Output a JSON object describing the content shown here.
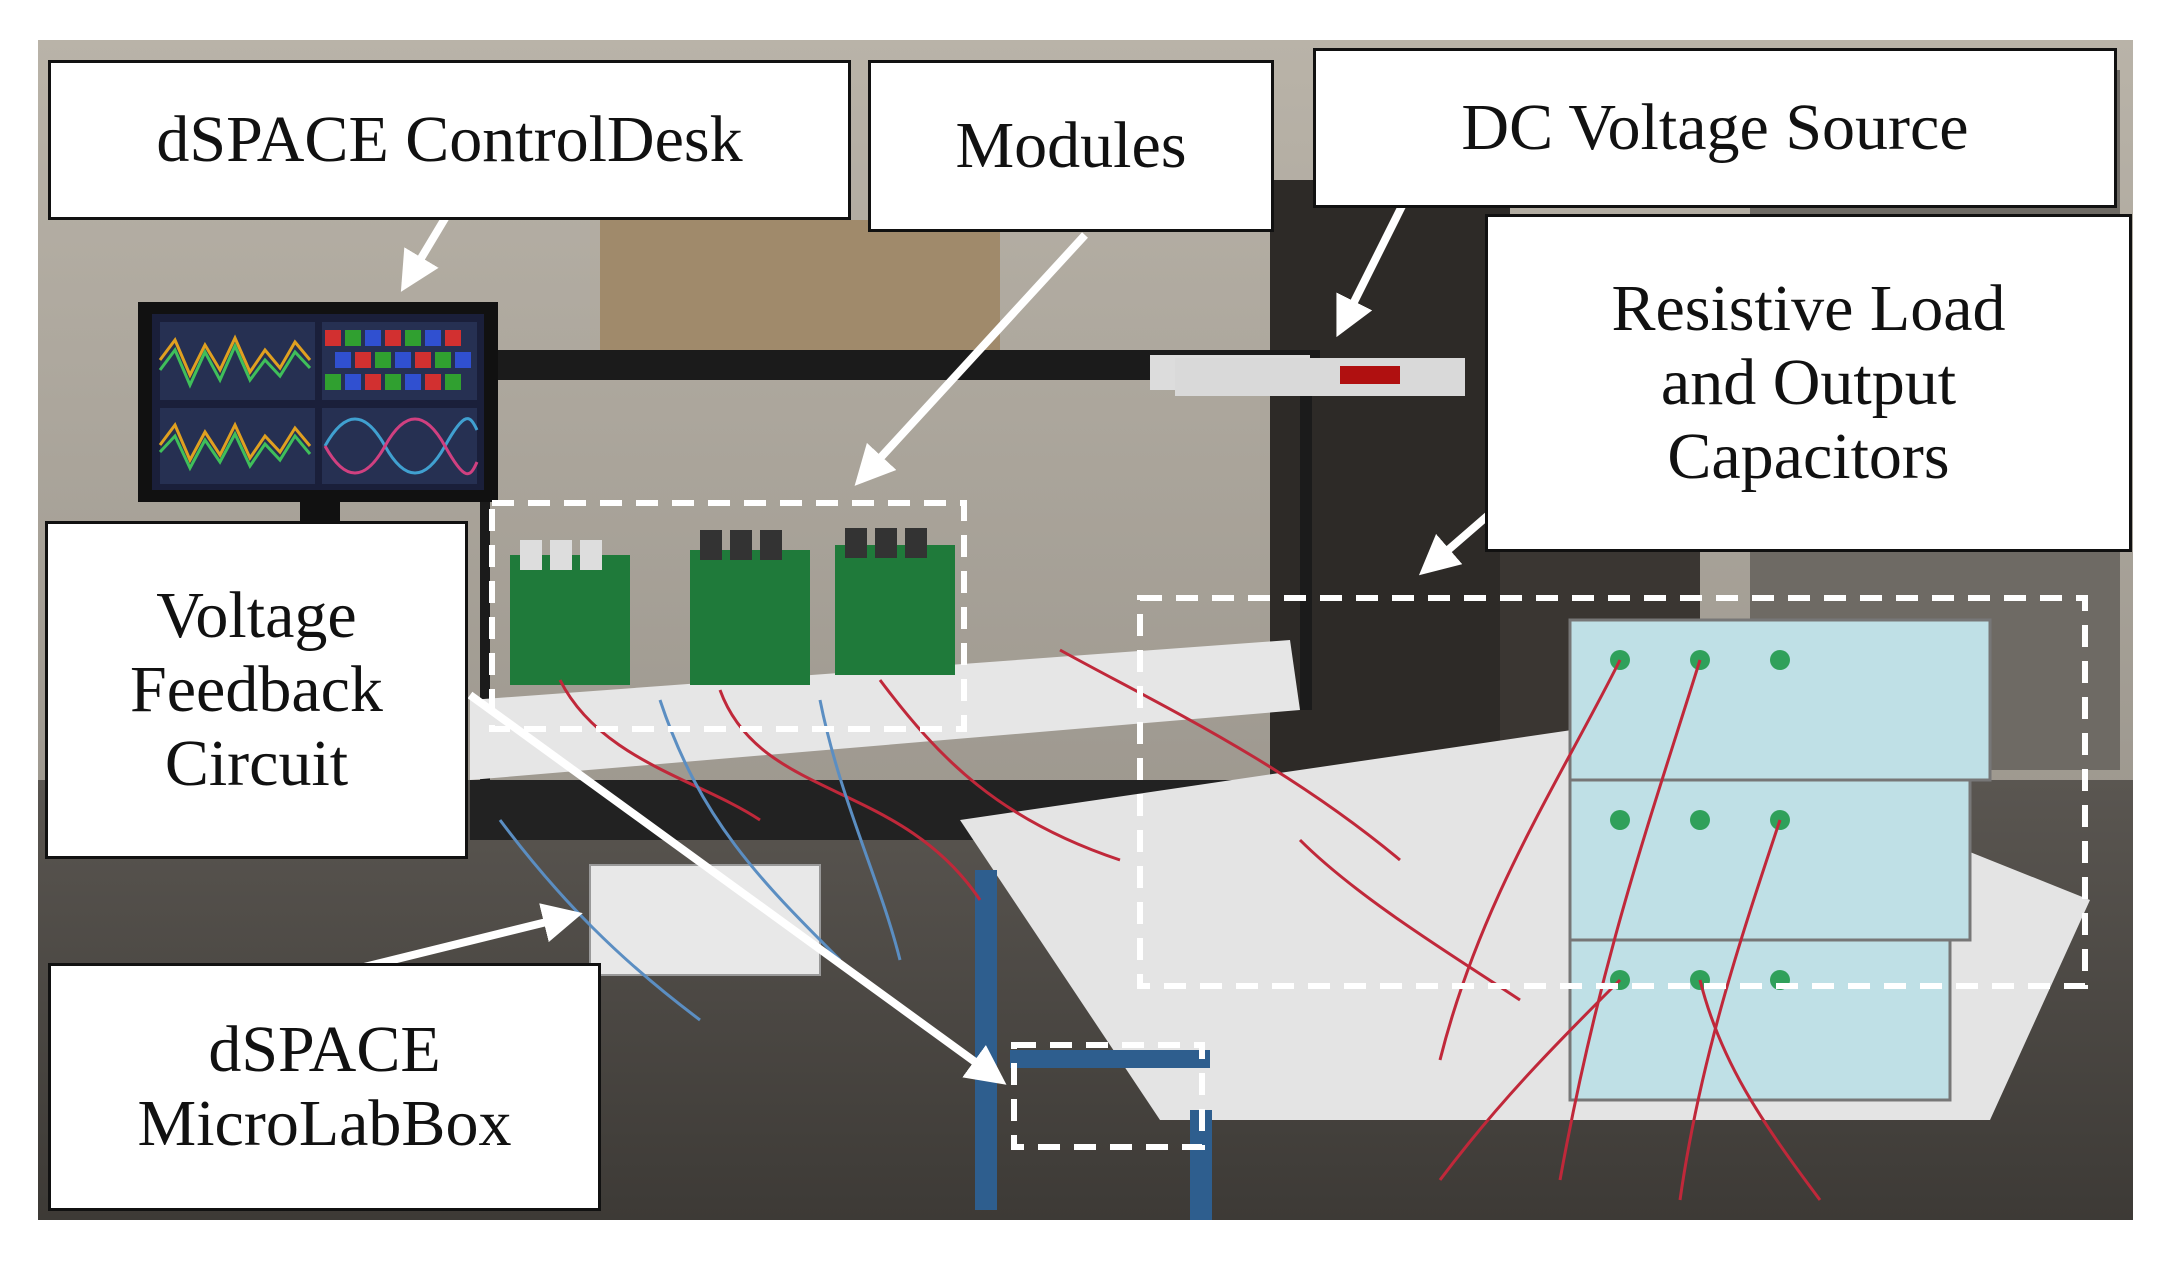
{
  "figure": {
    "labels": {
      "controldesk": "dSPACE ControlDesk",
      "modules": "Modules",
      "dc_source": "DC Voltage Source",
      "resistive_load": "Resistive Load\nand Output\nCapacitors",
      "voltage_feedback": "Voltage\nFeedback\nCircuit",
      "microlabbox": "dSPACE\nMicroLabBox"
    },
    "colors": {
      "callout_border": "#111111",
      "arrow": "#ffffff",
      "highlight_box": "#ffffff",
      "bench_top": "#e6e6e6",
      "table_frame": "#2e5e8e",
      "pcb": "#1f7a3a",
      "wire": "#c0283a",
      "load_bank": "#bfe0e6"
    },
    "icons": [
      "arrow-icon",
      "dashed-highlight-box"
    ]
  }
}
